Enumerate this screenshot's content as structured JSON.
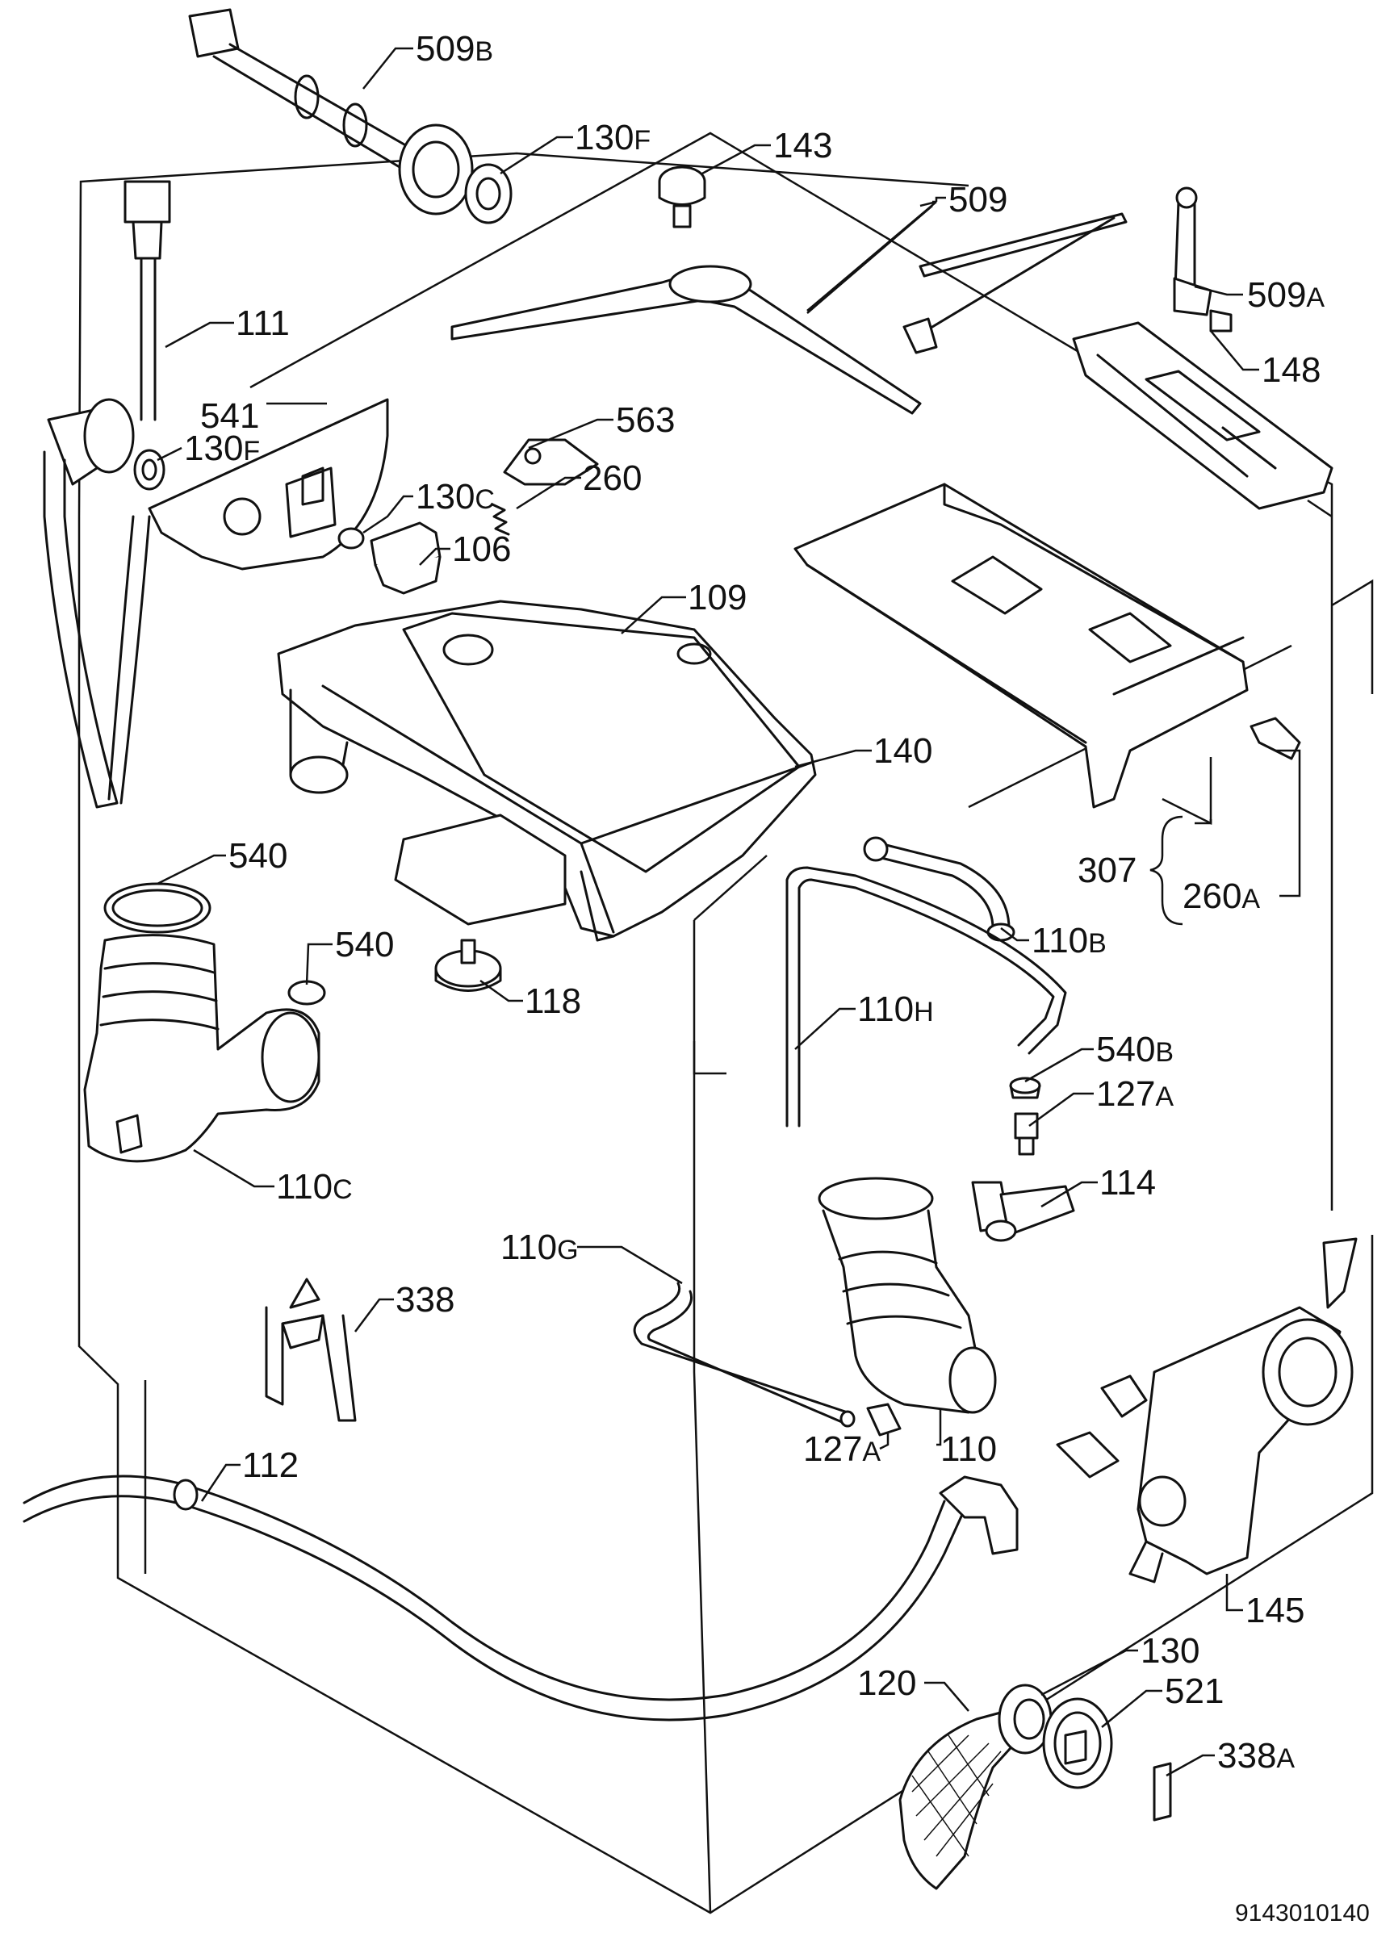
{
  "callouts": {
    "c509b": {
      "num": "509",
      "suf": "B"
    },
    "c130f_top": {
      "num": "130",
      "suf": "F"
    },
    "c143": {
      "num": "143",
      "suf": ""
    },
    "c509": {
      "num": "509",
      "suf": ""
    },
    "c509a": {
      "num": "509",
      "suf": "A"
    },
    "c148": {
      "num": "148",
      "suf": ""
    },
    "c111": {
      "num": "111",
      "suf": ""
    },
    "c541": {
      "num": "541",
      "suf": ""
    },
    "c130f_mid": {
      "num": "130",
      "suf": "F"
    },
    "c563": {
      "num": "563",
      "suf": ""
    },
    "c260": {
      "num": "260",
      "suf": ""
    },
    "c130c": {
      "num": "130",
      "suf": "C"
    },
    "c106": {
      "num": "106",
      "suf": ""
    },
    "c109": {
      "num": "109",
      "suf": ""
    },
    "c140": {
      "num": "140",
      "suf": ""
    },
    "c307": {
      "num": "307",
      "suf": ""
    },
    "c260a": {
      "num": "260",
      "suf": "A"
    },
    "c110b": {
      "num": "110",
      "suf": "B"
    },
    "c540_a": {
      "num": "540",
      "suf": ""
    },
    "c540_b": {
      "num": "540",
      "suf": ""
    },
    "c118": {
      "num": "118",
      "suf": ""
    },
    "c110h": {
      "num": "110",
      "suf": "H"
    },
    "c540b": {
      "num": "540",
      "suf": "B"
    },
    "c127a_top": {
      "num": "127",
      "suf": "A"
    },
    "c110c": {
      "num": "110",
      "suf": "C"
    },
    "c114": {
      "num": "114",
      "suf": ""
    },
    "c110g": {
      "num": "110",
      "suf": "G"
    },
    "c338": {
      "num": "338",
      "suf": ""
    },
    "c127a_bot": {
      "num": "127",
      "suf": "A"
    },
    "c110": {
      "num": "110",
      "suf": ""
    },
    "c112": {
      "num": "112",
      "suf": ""
    },
    "c145": {
      "num": "145",
      "suf": ""
    },
    "c130": {
      "num": "130",
      "suf": ""
    },
    "c120": {
      "num": "120",
      "suf": ""
    },
    "c521": {
      "num": "521",
      "suf": ""
    },
    "c338a": {
      "num": "338",
      "suf": "A"
    }
  },
  "diagram_code": "9143010140"
}
